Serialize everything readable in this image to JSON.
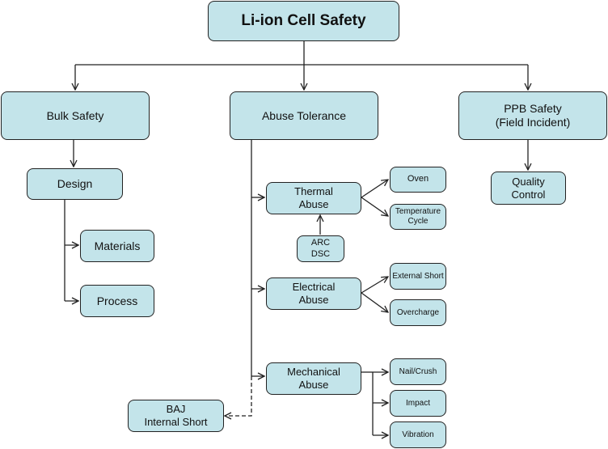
{
  "diagram": {
    "nodes": {
      "root": "Li-ion Cell Safety",
      "bulk_safety": "Bulk Safety",
      "abuse_tolerance": "Abuse Tolerance",
      "ppb_safety": "PPB Safety\n(Field Incident)",
      "design": "Design",
      "materials": "Materials",
      "process": "Process",
      "thermal_abuse": "Thermal\nAbuse",
      "oven": "Oven",
      "temperature_cycle": "Temperature\nCycle",
      "arc_dsc": "ARC\nDSC",
      "electrical_abuse": "Electrical\nAbuse",
      "external_short": "External Short",
      "overcharge": "Overcharge",
      "mechanical_abuse": "Mechanical\nAbuse",
      "nail_crush": "Nail/Crush",
      "impact": "Impact",
      "vibration": "Vibration",
      "baj_internal_short": "BAJ\nInternal Short",
      "quality_control": "Quality\nControl"
    },
    "colors": {
      "box_fill": "#c3e4ea",
      "border": "#222222",
      "connector": "#222222"
    }
  }
}
